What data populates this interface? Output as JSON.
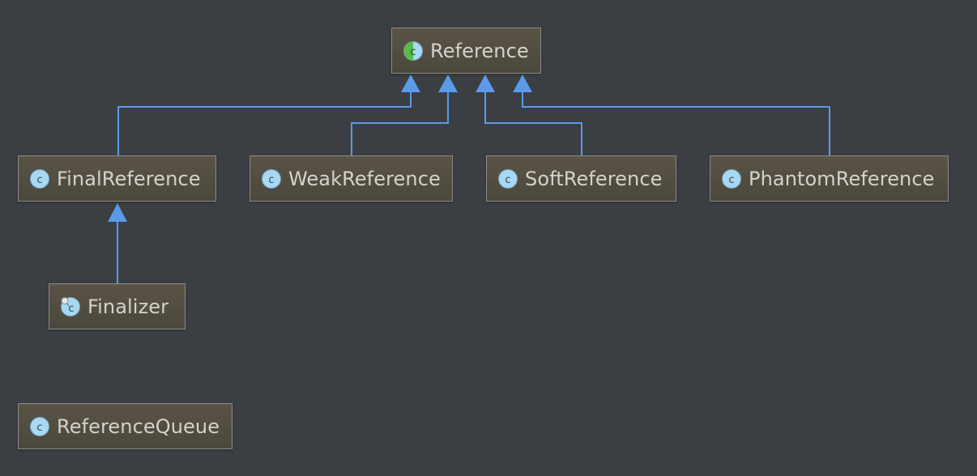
{
  "diagram": {
    "nodes": {
      "reference": {
        "label": "Reference",
        "icon": "abstract-class-icon"
      },
      "final_reference": {
        "label": "FinalReference",
        "icon": "class-icon"
      },
      "weak_reference": {
        "label": "WeakReference",
        "icon": "class-icon"
      },
      "soft_reference": {
        "label": "SoftReference",
        "icon": "class-icon"
      },
      "phantom_reference": {
        "label": "PhantomReference",
        "icon": "class-icon"
      },
      "finalizer": {
        "label": "Finalizer",
        "icon": "final-class-icon"
      },
      "reference_queue": {
        "label": "ReferenceQueue",
        "icon": "class-icon"
      }
    },
    "edges": [
      {
        "from": "final_reference",
        "to": "reference",
        "type": "extends"
      },
      {
        "from": "weak_reference",
        "to": "reference",
        "type": "extends"
      },
      {
        "from": "soft_reference",
        "to": "reference",
        "type": "extends"
      },
      {
        "from": "phantom_reference",
        "to": "reference",
        "type": "extends"
      },
      {
        "from": "finalizer",
        "to": "final_reference",
        "type": "extends"
      }
    ],
    "colors": {
      "background": "#3b3e42",
      "edge": "#5a9ae8",
      "node_fill": "#524d41",
      "node_border": "#8d8c86",
      "node_text": "#d4d2cc",
      "class_icon": "#a9d8f2"
    }
  }
}
